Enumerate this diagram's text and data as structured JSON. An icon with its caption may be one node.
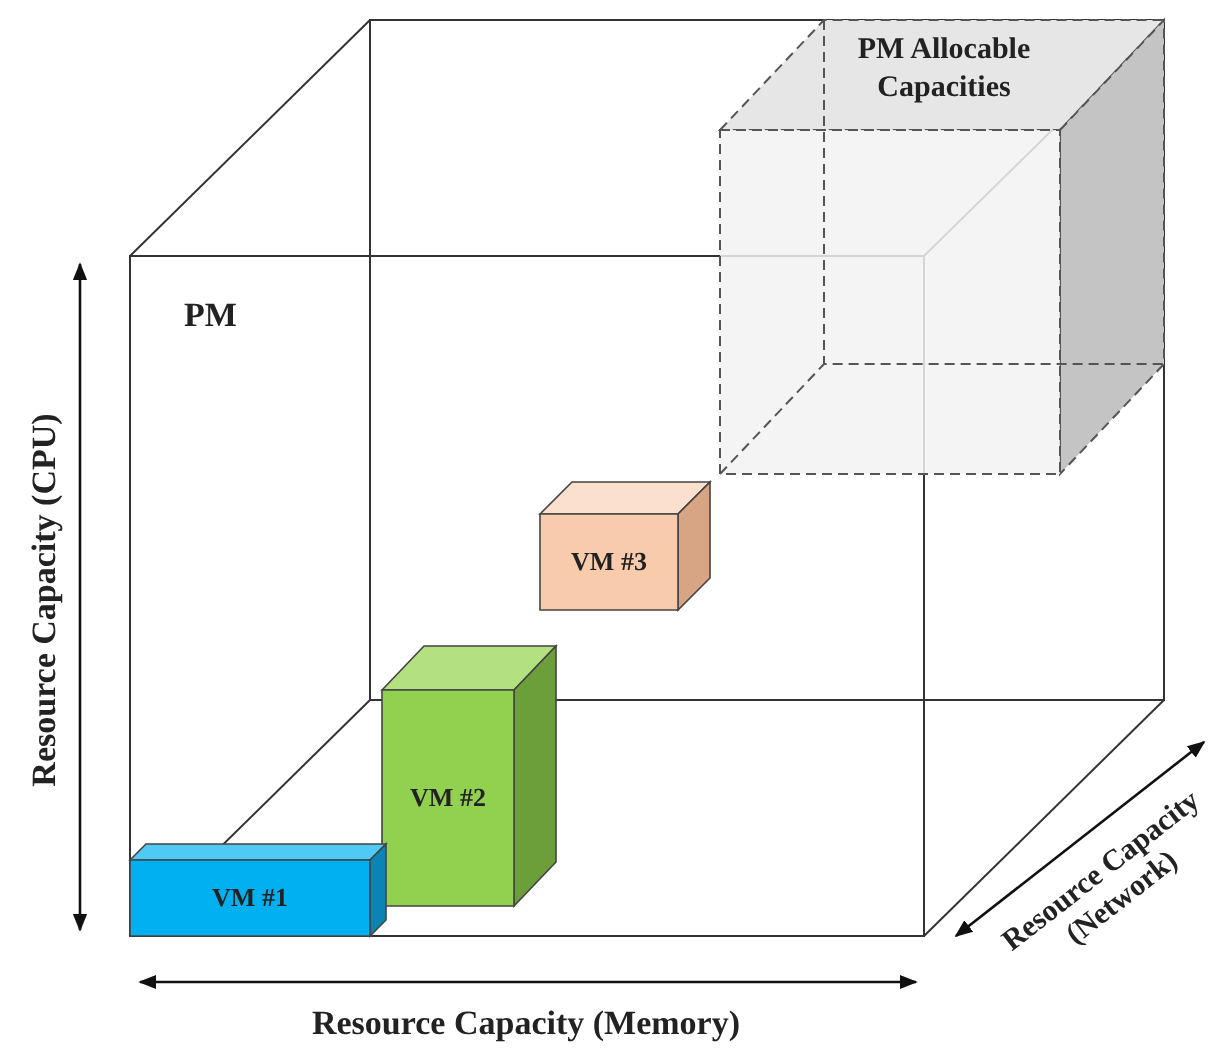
{
  "diagram": {
    "nodes": [
      {
        "text": [
          "PM"
        ]
      },
      {
        "text": [
          "PM Allocable Capacities"
        ]
      },
      {
        "text": [
          "VM #3"
        ],
        "in": 0
      },
      {
        "text": [
          "VM #2"
        ],
        "in": 0
      },
      {
        "text": [
          "VM #1"
        ],
        "in": 0
      }
    ],
    "labels": [
      "Resource Capacity (CPU)",
      "Resource Capacity (Memory)",
      "Resource Capacity (Network)"
    ]
  }
}
